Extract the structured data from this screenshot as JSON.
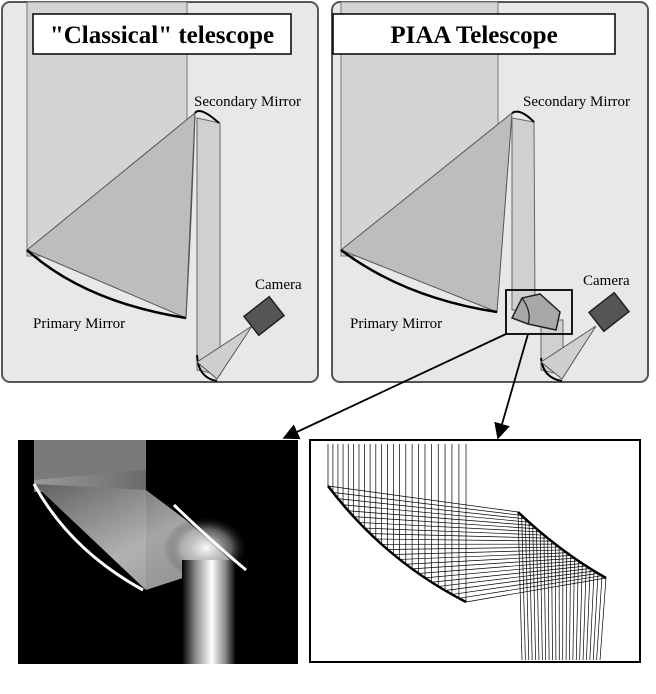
{
  "panels": {
    "classical": {
      "title": "\"Classical\" telescope",
      "secondary_label": "Secondary Mirror",
      "primary_label": "Primary Mirror",
      "camera_label": "Camera"
    },
    "piaa": {
      "title": "PIAA Telescope",
      "secondary_label": "Secondary Mirror",
      "primary_label": "Primary Mirror",
      "camera_label": "Camera"
    }
  },
  "insets": {
    "left": {
      "style": "light-simulation"
    },
    "right": {
      "style": "ray-trace"
    }
  },
  "colors": {
    "panel_bg": "#e8e8e8",
    "panel_border": "#555555",
    "beam": "#c8c8c8",
    "beam_dark": "#b4b4b4",
    "camera": "#555555",
    "sim_bg": "#000000"
  }
}
